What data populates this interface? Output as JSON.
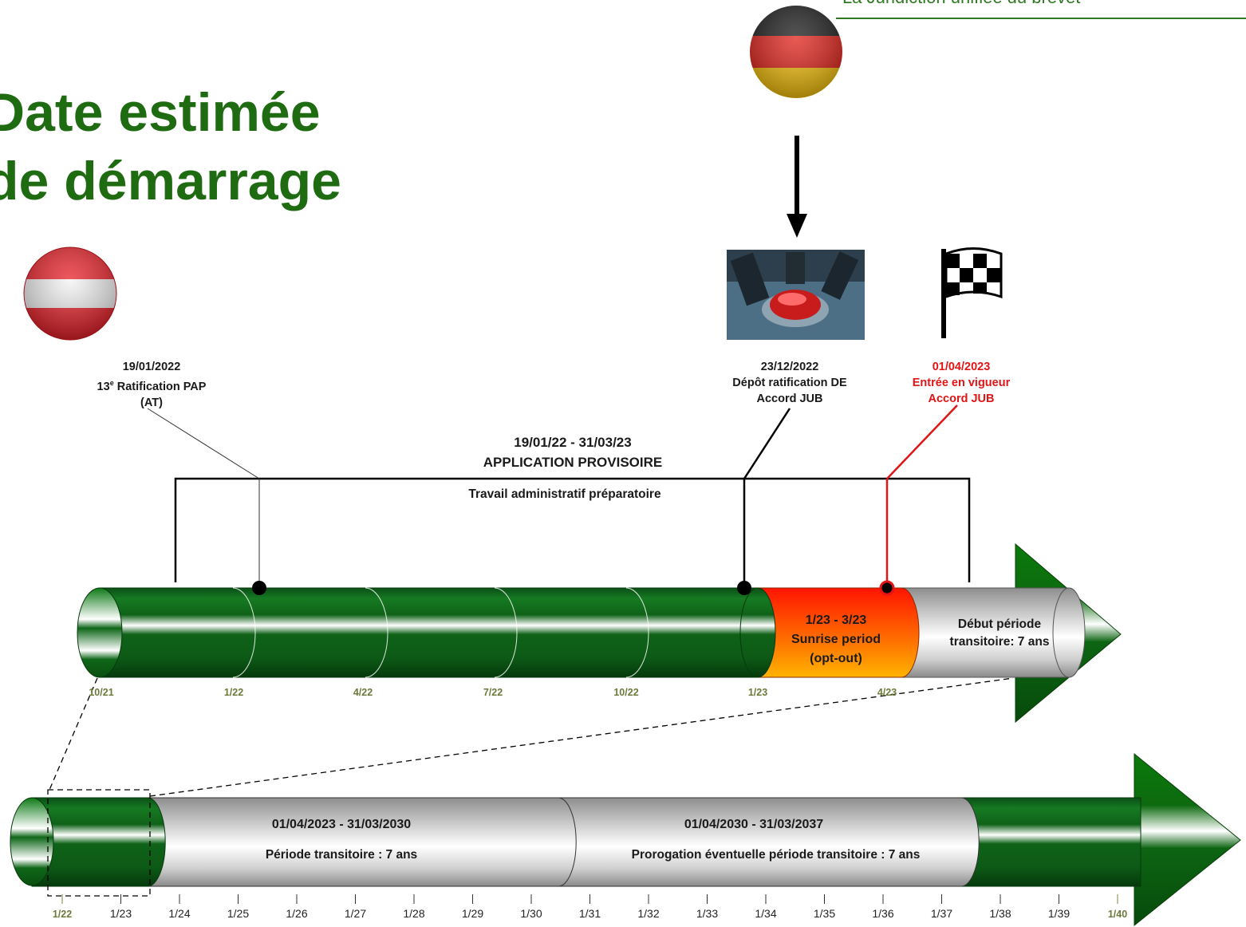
{
  "header": "La Juridiction unifiée du brevet",
  "title_line1": "Date estimée",
  "title_line2": "de démarrage",
  "flags": {
    "austria": "austria-flag-icon",
    "germany": "germany-flag-icon",
    "finish": "checkered-flag-icon"
  },
  "events": {
    "at": {
      "date": "19/01/2022",
      "line1": "13",
      "sup": "e",
      "line1_rest": " Ratification PAP",
      "line2": "(AT)"
    },
    "de": {
      "date": "23/12/2022",
      "line1": "Dépôt ratification DE",
      "line2": "Accord JUB"
    },
    "entry": {
      "date": "01/04/2023",
      "line1": "Entrée en vigueur",
      "line2": "Accord JUB"
    }
  },
  "bracket": {
    "dates": "19/01/22 - 31/03/23",
    "label": "APPLICATION PROVISOIRE",
    "sublabel": "Travail administratif préparatoire"
  },
  "timeline1": {
    "ticks": [
      "10/21",
      "1/22",
      "4/22",
      "7/22",
      "10/22",
      "1/23",
      "4/23"
    ],
    "sunrise": {
      "dates": "1/23 - 3/23",
      "label": "Sunrise period",
      "sub": "(opt-out)"
    },
    "transition": {
      "line1": "Début période",
      "line2": "transitoire: 7 ans"
    }
  },
  "timeline2": {
    "ticks": [
      "1/22",
      "1/23",
      "1/24",
      "1/25",
      "1/26",
      "1/27",
      "1/28",
      "1/29",
      "1/30",
      "1/31",
      "1/32",
      "1/33",
      "1/34",
      "1/35",
      "1/36",
      "1/37",
      "1/38",
      "1/39",
      "1/40"
    ],
    "period1": {
      "dates": "01/04/2023 - 31/03/2030",
      "label": "Période transitoire : 7 ans"
    },
    "period2": {
      "dates": "01/04/2030 - 31/03/2037",
      "label": "Prorogation éventuelle période transitoire : 7 ans"
    }
  },
  "colors": {
    "green": "#1f6b12",
    "red": "#e11515",
    "grey": "#a9a9a9"
  }
}
